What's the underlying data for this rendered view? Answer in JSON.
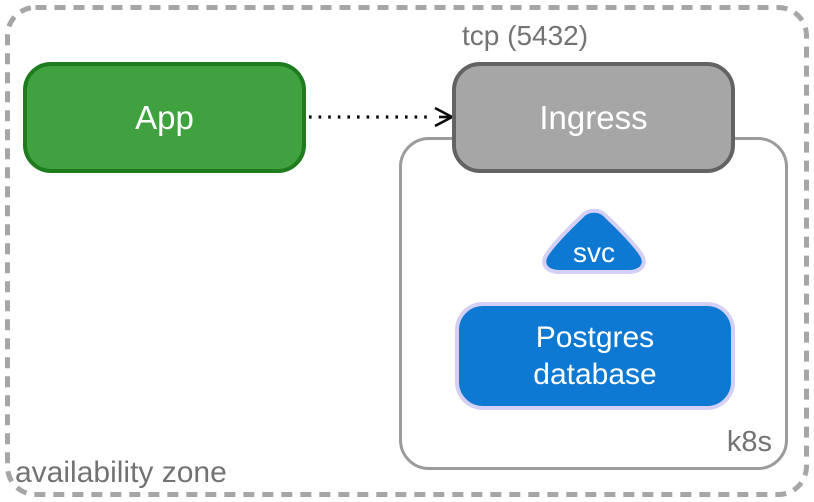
{
  "diagram": {
    "availability_zone_label": "availability zone",
    "edge": {
      "label": "tcp (5432)"
    },
    "nodes": {
      "app": {
        "label": "App"
      },
      "ingress": {
        "label": "Ingress"
      },
      "k8s": {
        "label": "k8s"
      },
      "svc": {
        "label": "svc"
      },
      "postgres": {
        "lines": [
          "Postgres",
          "database"
        ]
      }
    },
    "colors": {
      "app_fill": "#3FA23F",
      "app_border": "#1E7B1E",
      "ingress_fill": "#A6A6A6",
      "ingress_border": "#636363",
      "blue_fill": "#0E79D2",
      "blue_border": "#D3CFF5",
      "k8s_border": "#9B9B9B",
      "az_border": "#A6A6A6",
      "muted_text": "#737373",
      "node_text": "#FFFFFF",
      "arrow_color": "#0A0A0A"
    }
  }
}
